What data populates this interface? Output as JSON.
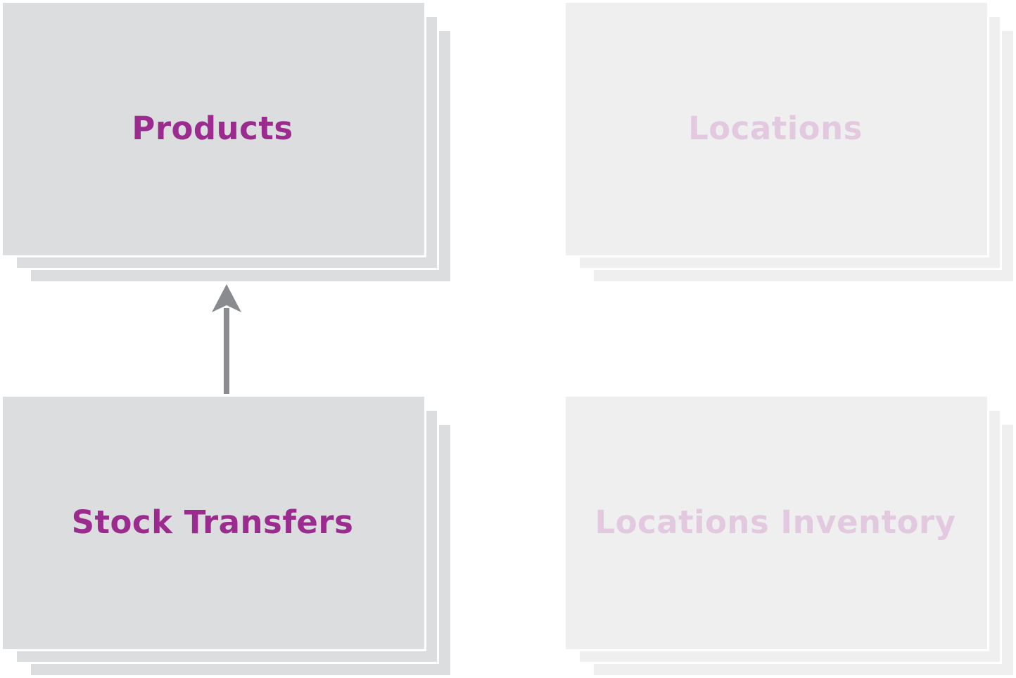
{
  "diagram": {
    "nodes": [
      {
        "id": "products",
        "label": "Products",
        "state": "active"
      },
      {
        "id": "locations",
        "label": "Locations",
        "state": "faded"
      },
      {
        "id": "stock_transfers",
        "label": "Stock Transfers",
        "state": "active"
      },
      {
        "id": "locations_inventory",
        "label": "Locations Inventory",
        "state": "faded"
      }
    ],
    "edges": [
      {
        "from": "stock_transfers",
        "to": "products"
      }
    ]
  },
  "colors": {
    "card_fill": "#dcdddf",
    "label_active": "#9b2b8e",
    "label_faded": "#c389bb",
    "arrow": "#8a8b8f",
    "background": "#ffffff"
  }
}
